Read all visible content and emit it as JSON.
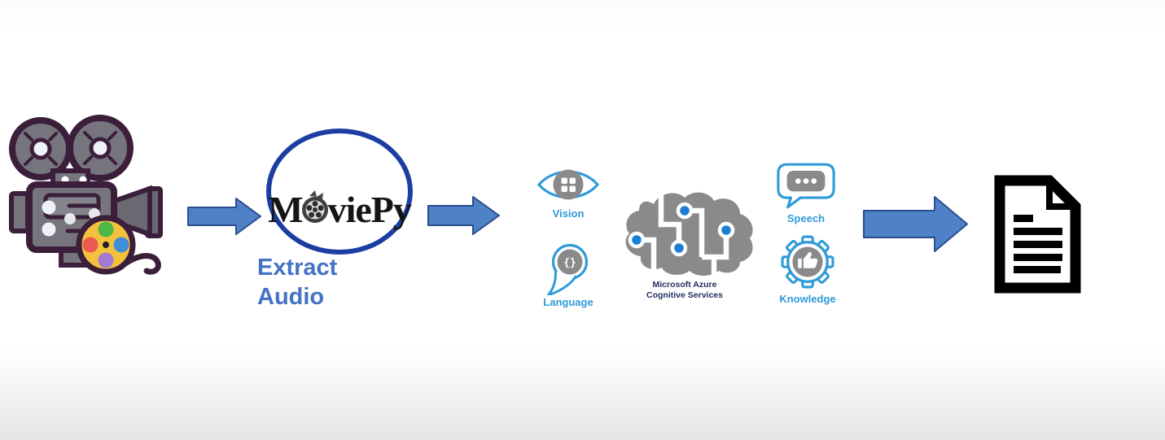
{
  "diagram": {
    "moviepy": {
      "logo_prefix": "M",
      "logo_suffix": "viePy",
      "caption_line1": "Extract",
      "caption_line2": "Audio"
    },
    "azure": {
      "caption_line1": "Microsoft Azure",
      "caption_line2": "Cognitive Services",
      "language_symbol": "{}",
      "services": [
        {
          "label": "Vision",
          "icon": "vision-eye-icon"
        },
        {
          "label": "Language",
          "icon": "language-comma-icon"
        },
        {
          "label": "Speech",
          "icon": "speech-bubble-icon"
        },
        {
          "label": "Knowledge",
          "icon": "knowledge-gear-icon"
        }
      ]
    },
    "icons": {
      "input": "movie-camera-icon",
      "output": "document-icon",
      "connectors": [
        "right-arrow-icon",
        "right-arrow-icon",
        "right-arrow-icon"
      ]
    },
    "colors": {
      "arrow_fill": "#4f81c7",
      "arrow_outline": "#2b4d8e",
      "moviepy_circle_outline": "#1c3ea2",
      "extract_audio_text": "#4472c4",
      "azure_icon_blue": "#2e9bd8",
      "azure_icon_gray": "#8a8a8a",
      "azure_node_blue": "#1b7fd4",
      "azure_caption_navy": "#232e63",
      "camera_outline": "#3b1f3a",
      "camera_body": "#76757e",
      "film_reel_yellow": "#f4c13d",
      "document_outline": "#000000",
      "background_fade": "#e6e6e6"
    }
  }
}
